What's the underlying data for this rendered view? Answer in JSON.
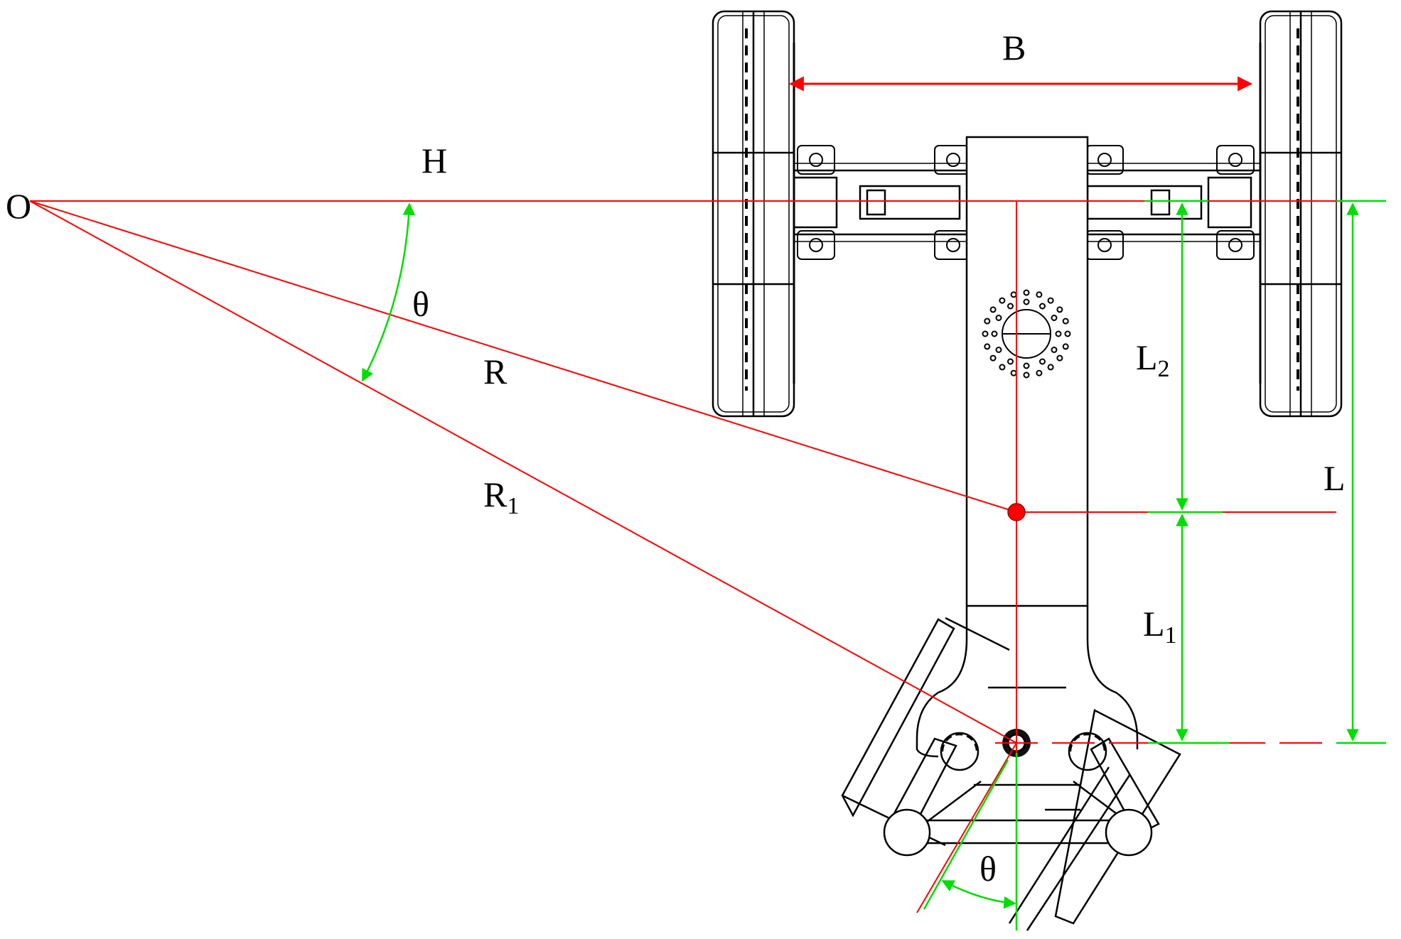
{
  "labels": {
    "O": "O",
    "H": "H",
    "B": "B",
    "theta_top": "θ",
    "R": "R",
    "R1_main": "R",
    "R1_sub": "1",
    "L2_main": "L",
    "L2_sub": "2",
    "L": "L",
    "L1_main": "L",
    "L1_sub": "1",
    "theta_bottom": "θ"
  },
  "colors": {
    "structure": "#000000",
    "construction_lines": "#ff0000",
    "dimension_lines": "#00dd00",
    "background": "#ffffff"
  }
}
